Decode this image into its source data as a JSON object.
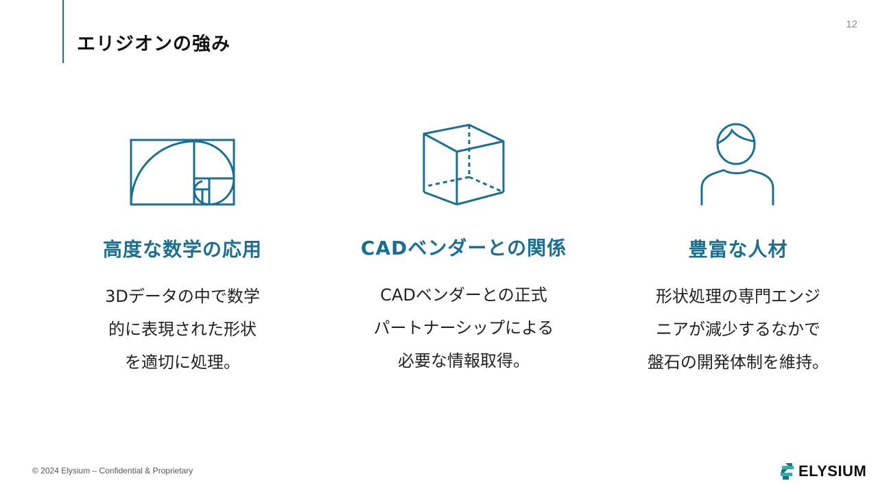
{
  "slide": {
    "title": "エリジオンの強み",
    "page_number": "12"
  },
  "columns": [
    {
      "icon": "golden-spiral-icon",
      "heading": "高度な数学の応用",
      "lines": [
        "3Dデータの中で数学",
        "的に表現された形状",
        "を適切に処理。"
      ]
    },
    {
      "icon": "cube-icon",
      "heading": "CADベンダーとの関係",
      "lines": [
        "CADベンダーとの正式",
        "パートナーシップによる",
        "必要な情報取得。"
      ]
    },
    {
      "icon": "person-icon",
      "heading": "豊富な人材",
      "lines": [
        "形状処理の専門エンジ",
        "ニアが減少するなかで",
        "盤石の開発体制を維持。"
      ]
    }
  ],
  "footer": {
    "copyright": "© 2024 Elysium – Confidential & Proprietary",
    "logo_text": "ELYSIUM"
  },
  "colors": {
    "accent": "#1a6f93",
    "logo_green": "#2bb3a3"
  }
}
